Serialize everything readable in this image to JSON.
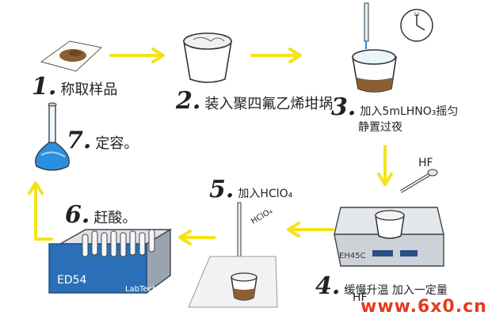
{
  "steps": [
    {
      "number": "1.",
      "label": "称取样品"
    },
    {
      "number": "2.",
      "label": "装入聚四氟乙烯坩埚"
    },
    {
      "number": "3.",
      "label": "加入5mLHNO₃摇匀",
      "label2": "静置过夜"
    },
    {
      "number": "4.",
      "label": "缓慢升温 加入一定量",
      "label2": "HF"
    },
    {
      "number": "5.",
      "label": "加入HClO₄"
    },
    {
      "number": "6.",
      "label": "赶酸。"
    },
    {
      "number": "7.",
      "label": "定容。"
    }
  ],
  "annotations": {
    "hf_tag": "HF",
    "hclo4_tag": "HClO₄",
    "hotplate_brand": "EH45C",
    "heater_model": "ED54",
    "heater_brand": "LabTech"
  },
  "watermark": "www.6x0.cn",
  "colors": {
    "arrow": "#f4e21a",
    "liquid_blue": "#2b8fe0",
    "sample_brown": "#8b5e34",
    "heater_blue": "#2a6fb8",
    "watermark": "#e63a1e"
  }
}
